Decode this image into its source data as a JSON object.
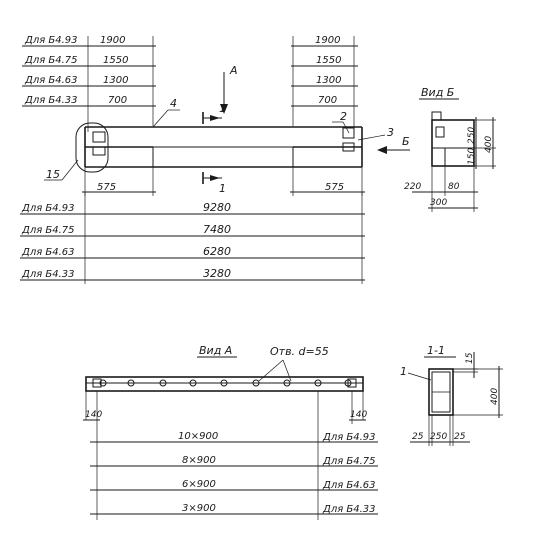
{
  "top_left_dims": [
    {
      "label": "Для Б4.93",
      "value": "1900"
    },
    {
      "label": "Для Б4.75",
      "value": "1550"
    },
    {
      "label": "Для Б4.63",
      "value": "1300"
    },
    {
      "label": "Для Б4.33",
      "value": "700"
    }
  ],
  "top_right_dims": [
    "1900",
    "1550",
    "1300",
    "700"
  ],
  "total_dims": [
    {
      "label": "Для Б4.93",
      "value": "9280"
    },
    {
      "label": "Для Б4.75",
      "value": "7480"
    },
    {
      "label": "Для Б4.63",
      "value": "6280"
    },
    {
      "label": "Для Б4.33",
      "value": "3280"
    }
  ],
  "end_dim_left": "575",
  "end_dim_right": "575",
  "view_a_arrow": "А",
  "section_mark": "1",
  "callouts": {
    "c4": "4",
    "c2": "2",
    "c3": "3",
    "c15": "15",
    "c1": "1"
  },
  "view_b_arrow": "Б",
  "view_b": {
    "title": "Вид Б",
    "dim_250": "250",
    "dim_150": "150",
    "dim_400": "400",
    "dim_220": "220",
    "dim_80": "80",
    "dim_300": "300"
  },
  "view_a": {
    "title": "Вид А",
    "hole_label": "Отв. d=55",
    "dim_140_left": "140",
    "dim_140_right": "140",
    "rows": [
      {
        "spacing": "10×900",
        "label": "Для Б4.93"
      },
      {
        "spacing": "8×900",
        "label": "Для Б4.75"
      },
      {
        "spacing": "6×900",
        "label": "Для Б4.63"
      },
      {
        "spacing": "3×900",
        "label": "Для Б4.33"
      }
    ]
  },
  "section_1_1": {
    "title": "1-1",
    "dim_15": "15",
    "dim_400": "400",
    "dim_25_left": "25",
    "dim_250": "250",
    "dim_25_right": "25"
  }
}
